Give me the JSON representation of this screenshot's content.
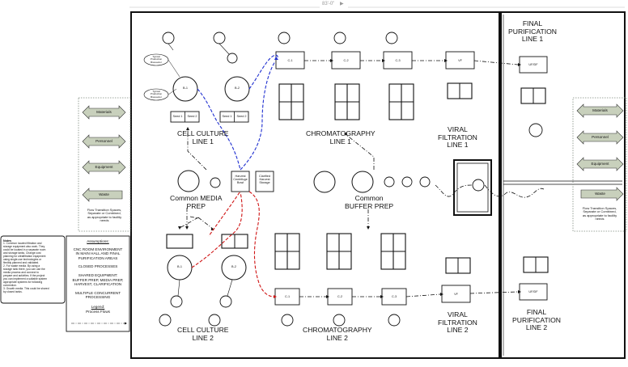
{
  "header": {
    "dimension": "83'-0\""
  },
  "zones": {
    "cell_culture_1": [
      "CELL CULTURE",
      "LINE 1"
    ],
    "chromatography_1": [
      "CHROMATOGRAPHY",
      "LINE 1"
    ],
    "viral_filtration_1": [
      "VIRAL",
      "FILTRATION",
      "LINE 1"
    ],
    "final_purification_1": [
      "FINAL",
      "PURIFICATION",
      "LINE 1"
    ],
    "media_prep": [
      "Common MEDIA",
      "PREP"
    ],
    "buffer_prep": [
      "Common",
      "BUFFER PREP"
    ],
    "cell_culture_2": [
      "CELL CULTURE",
      "LINE 2"
    ],
    "chromatography_2": [
      "CHROMATOGRAPHY",
      "LINE 2"
    ],
    "viral_filtration_2": [
      "VIRAL",
      "FILTRATION",
      "LINE 2"
    ],
    "final_purification_2": [
      "FINAL",
      "PURIFICATION",
      "LINE 2"
    ]
  },
  "equipment": {
    "bioreactor_1": "B-1",
    "bioreactor_2": "B-2",
    "chrom_1": "C-1",
    "chrom_2": "C-2",
    "chrom_3": "C-3",
    "vf": "VF",
    "uf_df": "UF/DF",
    "seed_1": "Seed 1",
    "seed_2": "Seed 2",
    "harvest_centrifuge": [
      "Harvest",
      "Centrifuge",
      "Bowl"
    ],
    "clarified_harvest": [
      "Clarified",
      "Harvest",
      "Storage"
    ],
    "seed_callout_top": [
      "Typical",
      "Production",
      "Bioreactor"
    ],
    "seed_callout_bottom": [
      "Typical",
      "Production",
      "Bioreactor"
    ]
  },
  "flows": {
    "left": [
      "Materials",
      "Personnel",
      "Equipment",
      "Waste"
    ],
    "right": [
      "Materials",
      "Personnel",
      "Equipment",
      "Waste"
    ],
    "note": [
      "Flow Transition Spaces,",
      "Separate or Combined,",
      "as appropriate to facility",
      "needs"
    ]
  },
  "notes": {
    "title": "Notes",
    "items": [
      "1. Common located filtration and",
      "storage equipment also work. They",
      "could be located in a separate room",
      "and storage tanks. Change cost",
      "planning for ultrafiltration equipment",
      "using single-use technologies or",
      "flexibly planned and validated.",
      "2. For waste media. By using a",
      "storage tank there, you can use the",
      "media process and connect to",
      "prepare and activities. If the project",
      "you can implement a suitable system",
      "appropriate systems for following",
      "connection.",
      "3. Growth media. This could be shared",
      "by closed tanks."
    ]
  },
  "assumptions": {
    "title": "Assumptions:",
    "items": [
      [
        "CNC ROOM ENVIRONMENT",
        "IN MAIN HALL AND FINAL",
        "PURIFICATION AREAS"
      ],
      [
        "CLOSED PROCESSES"
      ],
      [
        "SHARED EQUIPMENT:",
        "BUFFER PREP, MEDIA PREP,",
        "HARVEST, CLARIFICATION"
      ],
      [
        "MULTIPLE CONCURRENT",
        "PROCESSING"
      ]
    ],
    "legend_title": "Legend:",
    "legend_item": "Process Flows"
  },
  "colors": {
    "line": "#111111",
    "blue_flow": "#1f2fd0",
    "red_flow": "#d01515",
    "arrow_fill": "#c8d0bc",
    "dotted": "#7f8a7f"
  }
}
